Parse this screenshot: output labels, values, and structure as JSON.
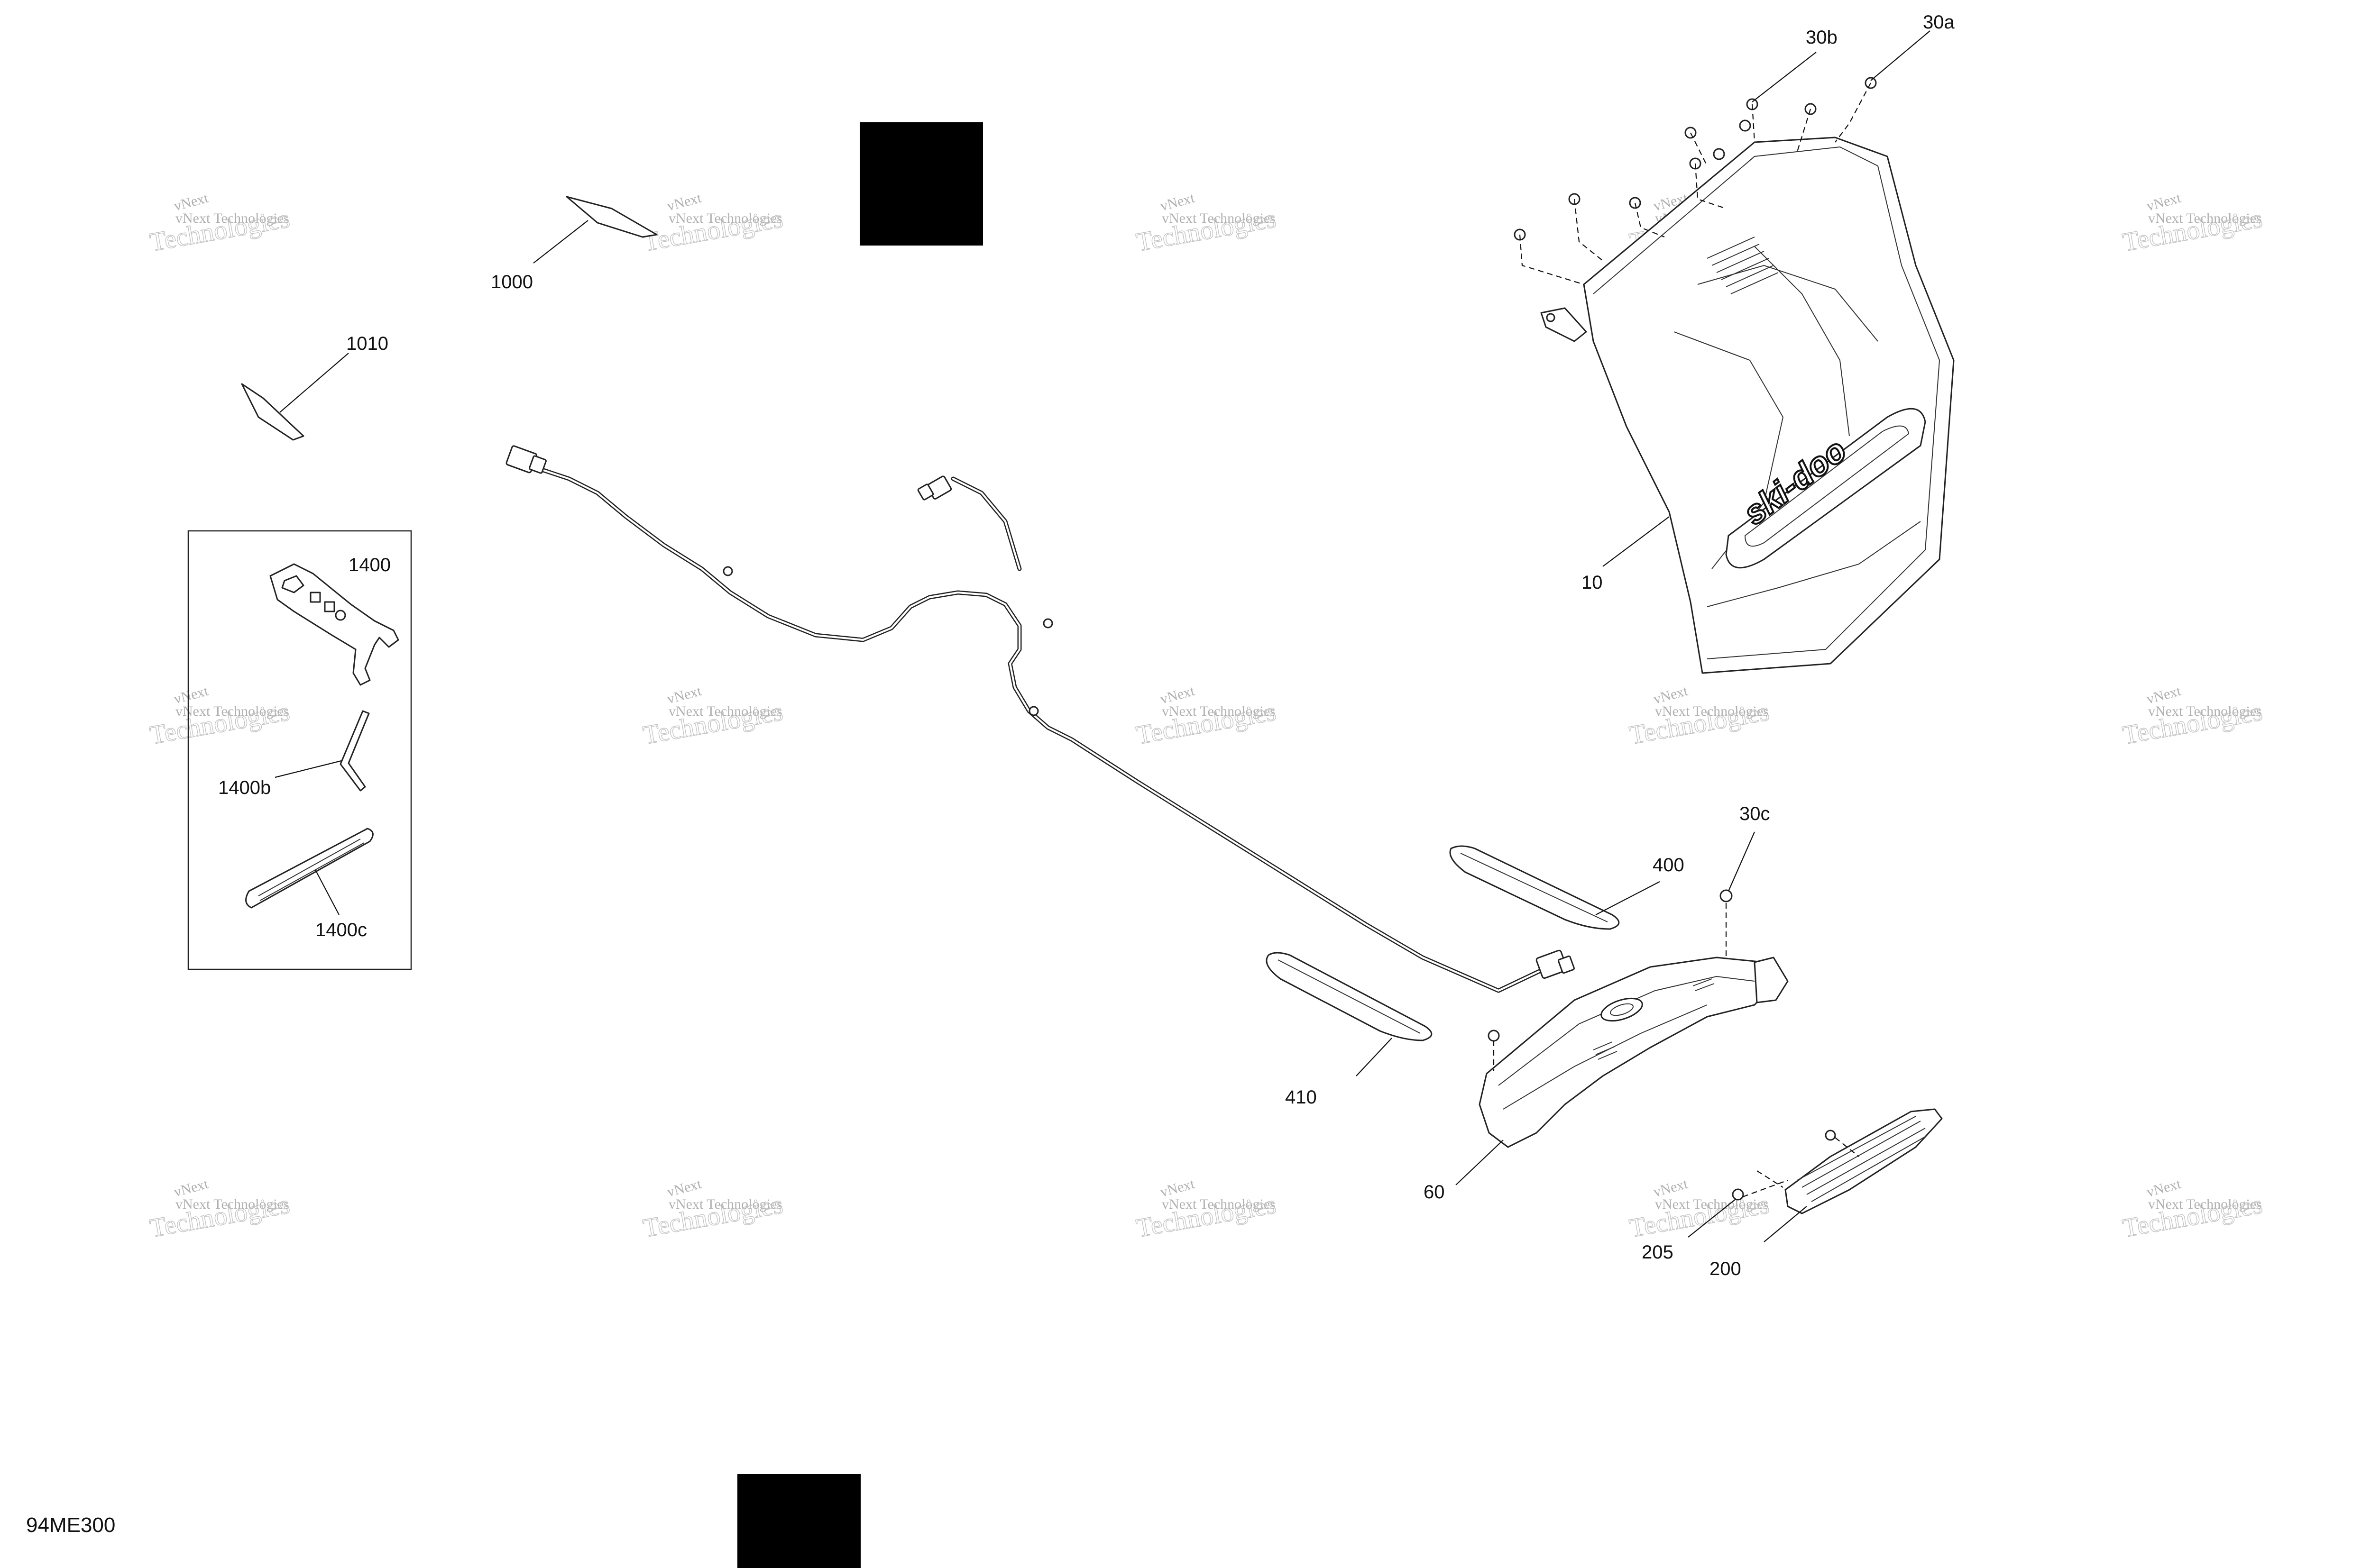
{
  "diagram_code": "94ME300",
  "watermark": {
    "line1": "vNext Technologies",
    "line2": "Technologies",
    "overlay": "vNext"
  },
  "callouts": {
    "c30b": "30b",
    "c30a": "30a",
    "c10": "10",
    "c1000": "1000",
    "c1010": "1010",
    "c1400": "1400",
    "c1400b": "1400b",
    "c1400c": "1400c",
    "c30c": "30c",
    "c400": "400",
    "c410": "410",
    "c60": "60",
    "c205": "205",
    "c200": "200"
  },
  "brand_logo": "ski-doo"
}
